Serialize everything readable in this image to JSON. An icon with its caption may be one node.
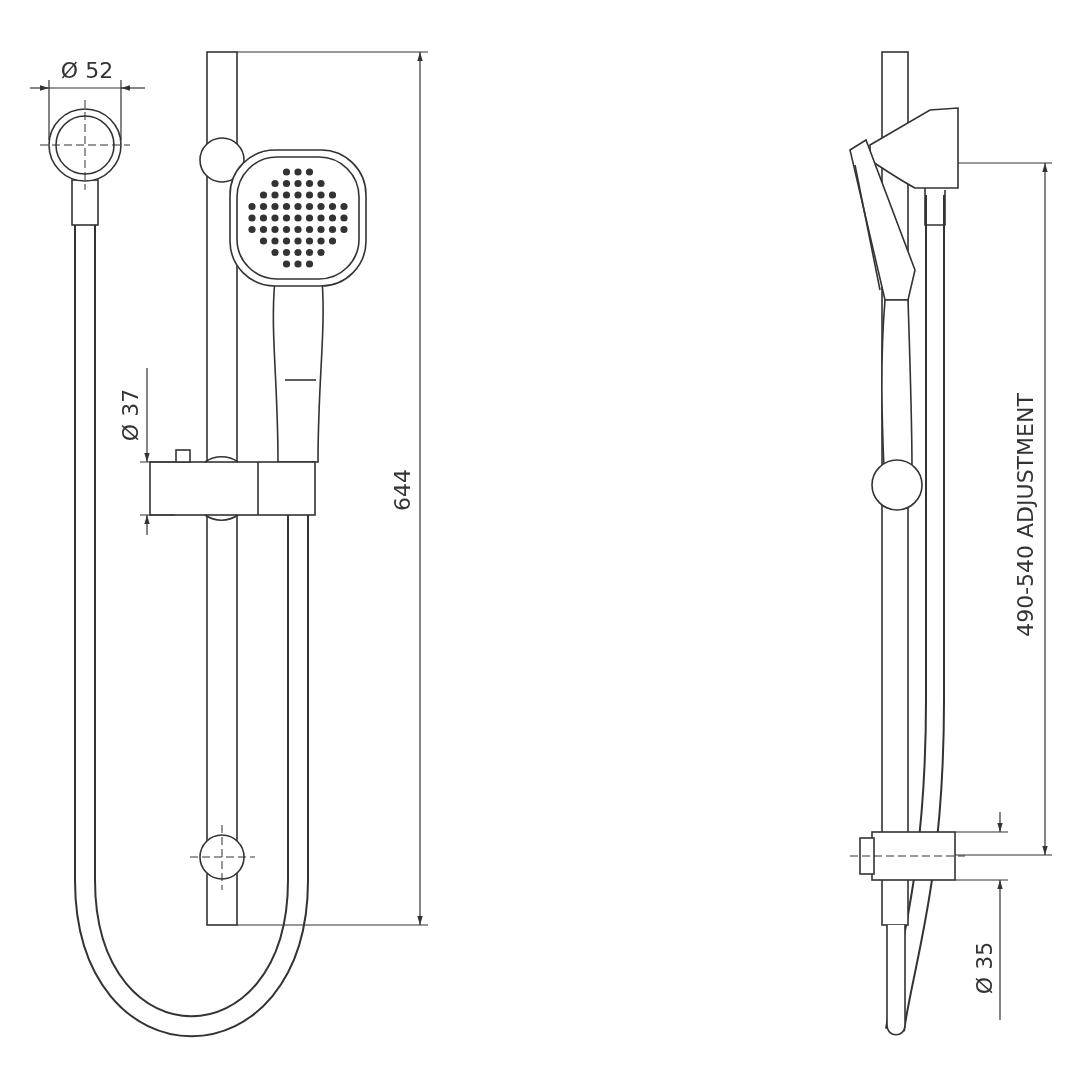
{
  "diagram": {
    "labels": [
      "Ø 52",
      "Ø 37",
      "644",
      "490-540 ADJUSTMENT",
      "Ø 35"
    ]
  }
}
